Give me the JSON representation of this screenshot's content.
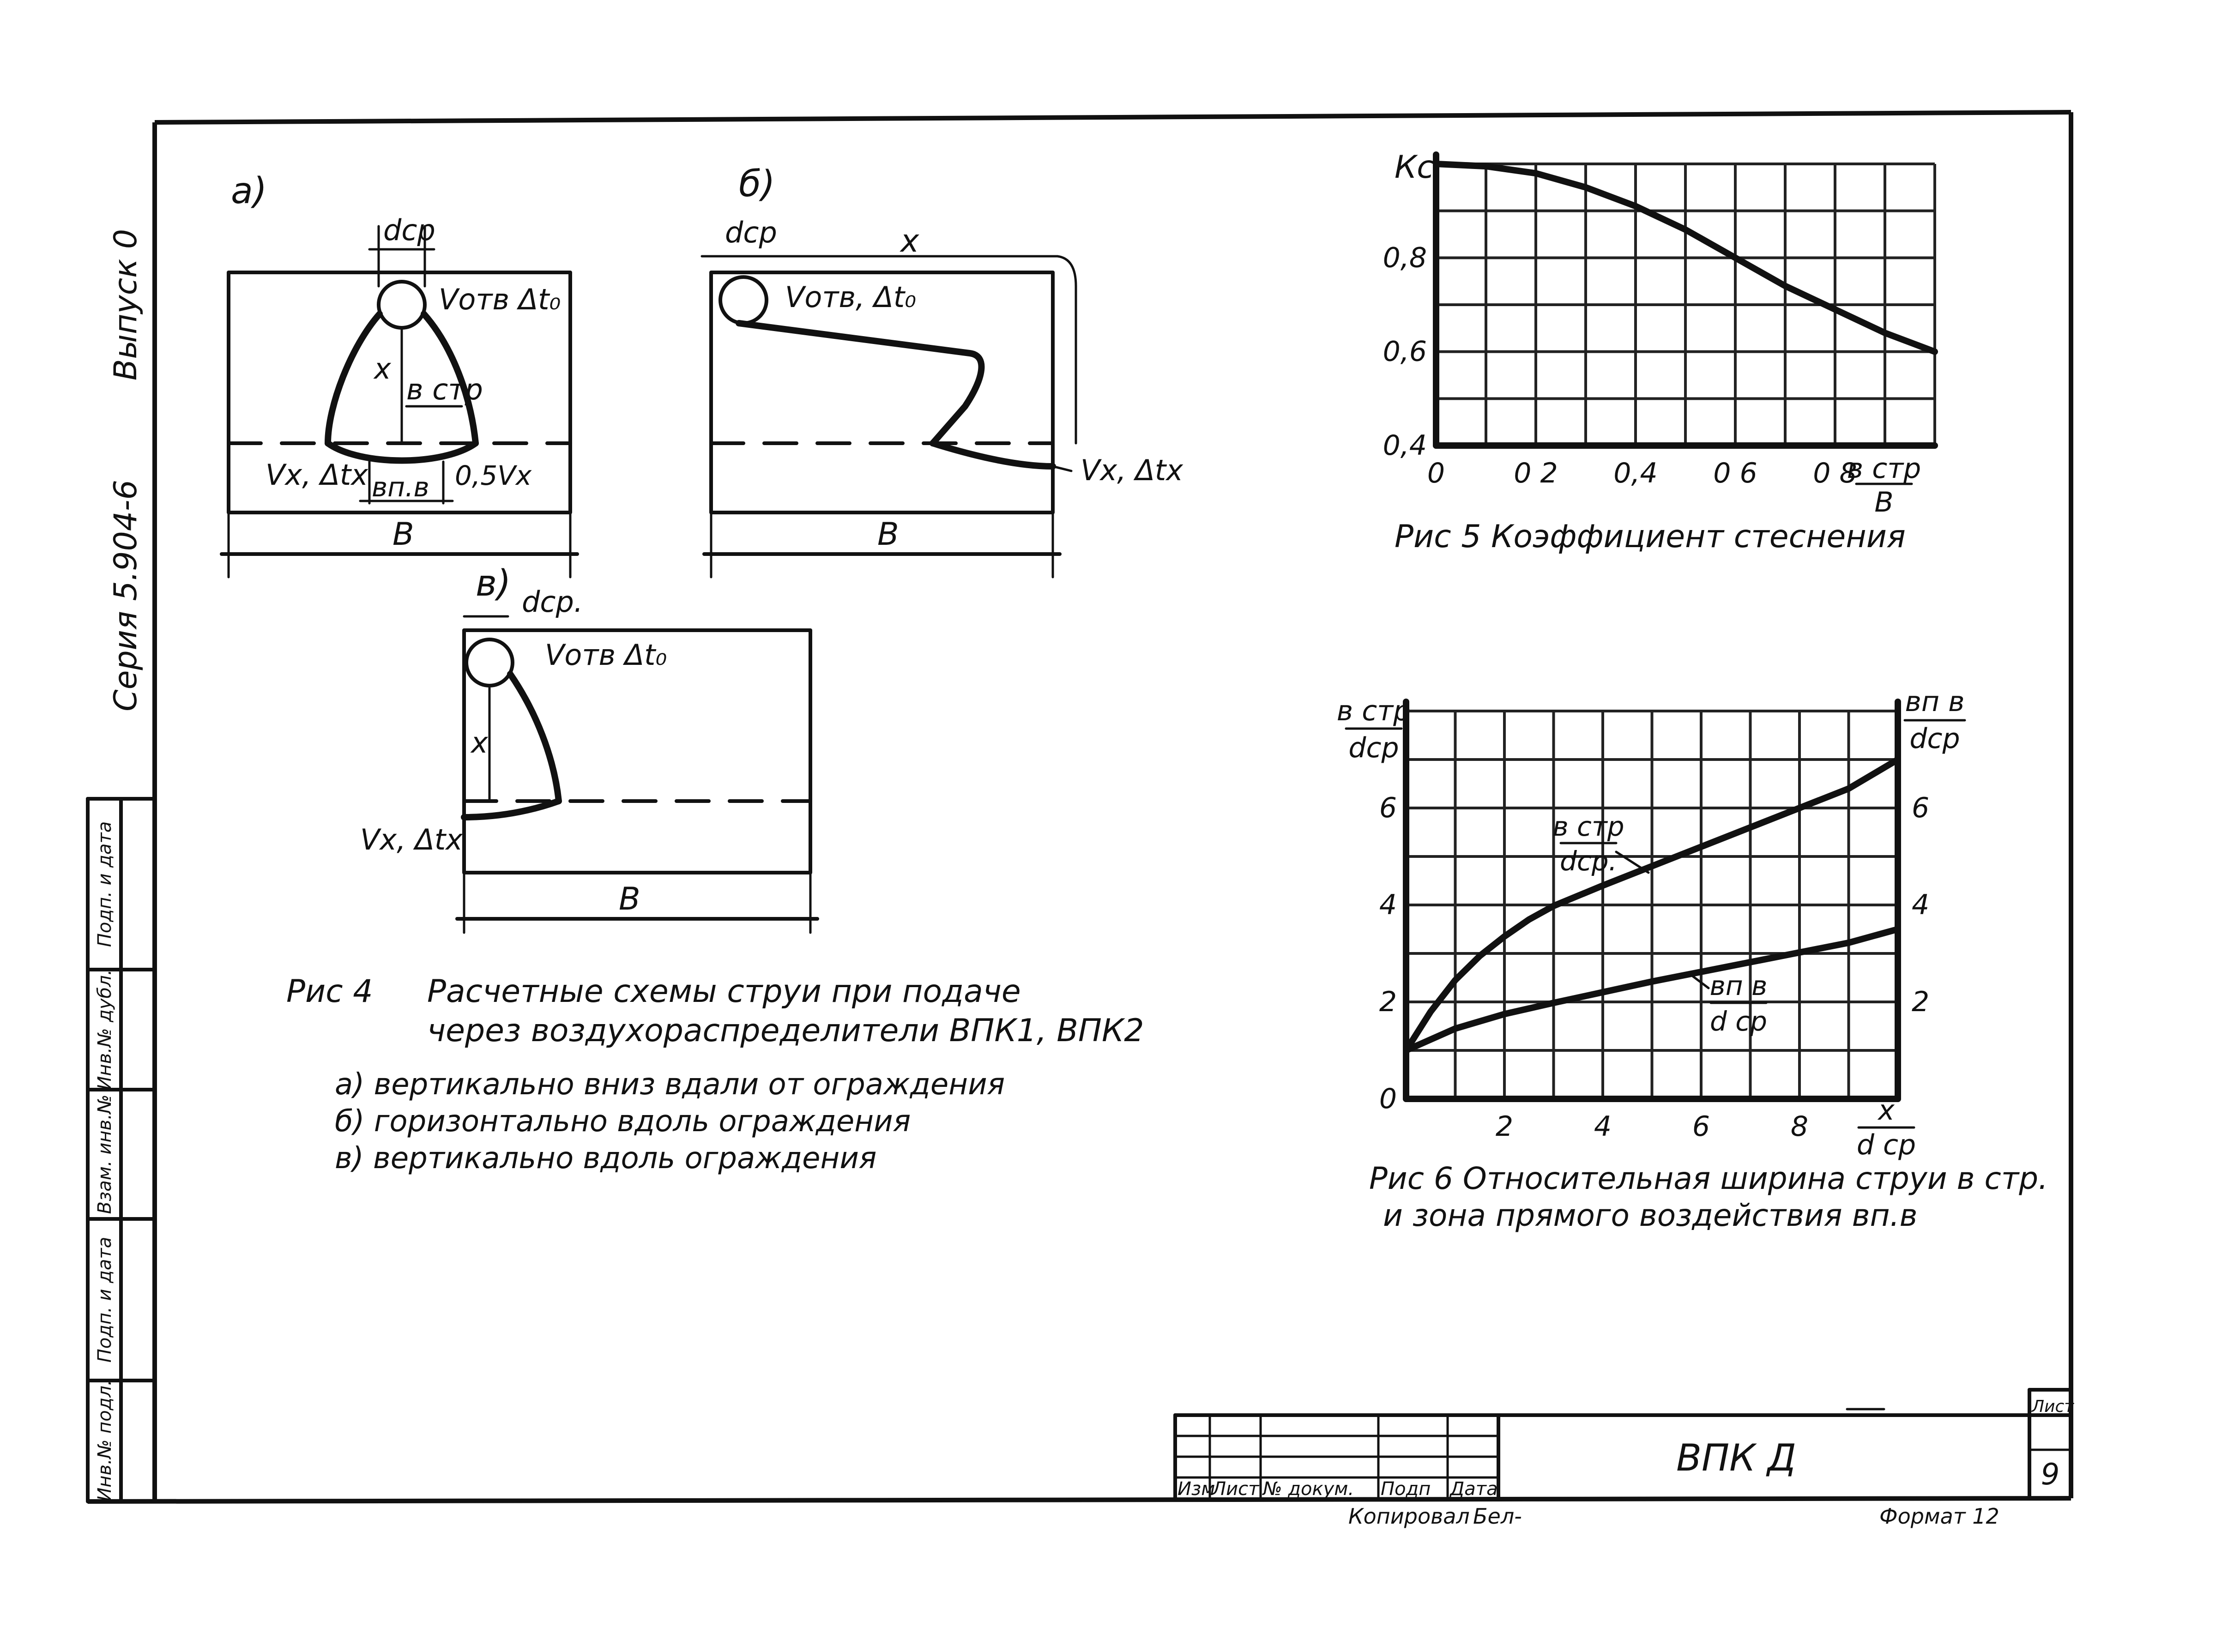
{
  "margin": {
    "series": "Серия 5.904-6",
    "issue": "Выпуск 0",
    "stamp_cells": [
      "Инв.№ подл.",
      "Подп. и дата",
      "Взам. инв.№",
      "Инв.№ дубл.",
      "Подп. и дата"
    ]
  },
  "fig4": {
    "panel_a": {
      "tag": "а)",
      "d_label": "dср",
      "source_label": "Vотв Δt₀",
      "x_label": "x",
      "b_str_label": "в стр",
      "vx_label": "Vx, Δtx",
      "bpv_label": "вп.в",
      "half_v_label": "0,5Vx",
      "width_label": "В"
    },
    "panel_b": {
      "tag": "б)",
      "d_label": "dср",
      "x_label": "x",
      "source_label": "Vотв, Δt₀",
      "vx_label": "Vx, Δtx",
      "width_label": "В"
    },
    "panel_v": {
      "tag": "в)",
      "d_label": "dср.",
      "source_label": "Vотв Δt₀",
      "x_label": "x",
      "vx_label": "Vx, Δtx",
      "width_label": "В"
    },
    "caption": {
      "label": "Рис 4",
      "line1": "Расчетные схемы струи при подаче",
      "line2": "через воздухораспределители ВПК1, ВПК2",
      "items": [
        "а)  вертикально вниз вдали от ограждения",
        "б)  горизонтально вдоль ограждения",
        "в)  вертикально вдоль ограждения"
      ]
    }
  },
  "fig5": {
    "caption": "Рис 5  Коэффициент стеснения",
    "y_axis_label": "Кс",
    "x_axis_label_num": "в стр",
    "x_axis_label_den": "В"
  },
  "fig6": {
    "caption_line1": "Рис 6  Относительная ширина струи в стр.",
    "caption_line2": "и зона прямого воздействия вп.в",
    "left_axis_num": "в стр",
    "left_axis_den": "dср",
    "right_axis_num": "вп в",
    "right_axis_den": "dср",
    "x_axis_num": "x",
    "x_axis_den": "d ср",
    "curve1_num": "в стр",
    "curve1_den": "dср.",
    "curve2_num": "вп в",
    "curve2_den": "d ср"
  },
  "chart_data": [
    {
      "type": "line",
      "ylabel": "Кс",
      "xlabel": "в стр / В",
      "xlim": [
        0,
        1.0
      ],
      "ylim": [
        0.4,
        1.0
      ],
      "x_ticks": [
        0,
        0.2,
        0.4,
        0.6,
        0.8
      ],
      "x_tick_labels": [
        "0",
        "0 2",
        "0,4",
        "0 6",
        "0 8"
      ],
      "y_ticks": [
        0.4,
        0.6,
        0.8
      ],
      "y_tick_labels": [
        "0,4",
        "0,6",
        "0,8"
      ],
      "grid": true,
      "series": [
        {
          "x": [
            0,
            0.1,
            0.2,
            0.3,
            0.4,
            0.5,
            0.6,
            0.7,
            0.8,
            0.9,
            1.0
          ],
          "y": [
            1.0,
            0.995,
            0.98,
            0.95,
            0.91,
            0.86,
            0.8,
            0.74,
            0.69,
            0.64,
            0.6
          ]
        }
      ]
    },
    {
      "type": "line",
      "ylabel": "в стр / dср",
      "y2label": "вп в / dср",
      "xlabel": "x / d ср",
      "xlim": [
        0,
        10
      ],
      "ylim": [
        0,
        8
      ],
      "x_ticks": [
        2,
        4,
        6,
        8
      ],
      "x_tick_labels": [
        "2",
        "4",
        "6",
        "8"
      ],
      "y_ticks": [
        0,
        2,
        4,
        6
      ],
      "y_tick_labels": [
        "0",
        "2",
        "4",
        "6"
      ],
      "y2_ticks": [
        2,
        4,
        6
      ],
      "y2_tick_labels": [
        "2",
        "4",
        "6"
      ],
      "grid": true,
      "series": [
        {
          "name": "в стр / dср.",
          "x": [
            0,
            0.5,
            1,
            1.5,
            2,
            2.5,
            3,
            4,
            5,
            6,
            7,
            8,
            9,
            10
          ],
          "y": [
            1.0,
            1.8,
            2.45,
            2.95,
            3.35,
            3.7,
            3.98,
            4.4,
            4.8,
            5.2,
            5.6,
            6.0,
            6.4,
            7.0
          ]
        },
        {
          "name": "вп в / d ср",
          "x": [
            0,
            1,
            2,
            3,
            4,
            5,
            6,
            7,
            8,
            9,
            10
          ],
          "y": [
            1.0,
            1.45,
            1.75,
            1.98,
            2.2,
            2.42,
            2.62,
            2.82,
            3.02,
            3.22,
            3.5
          ]
        }
      ]
    }
  ],
  "title_block": {
    "headers": [
      "Изм",
      "Лист",
      "№ докум.",
      "Подп",
      "Дата"
    ],
    "designation": "ВПК Д",
    "sheet_label": "Лист",
    "sheet_number": "9",
    "copied": "Копировал",
    "copied_name": "Бел-",
    "format": "Формат 12"
  }
}
